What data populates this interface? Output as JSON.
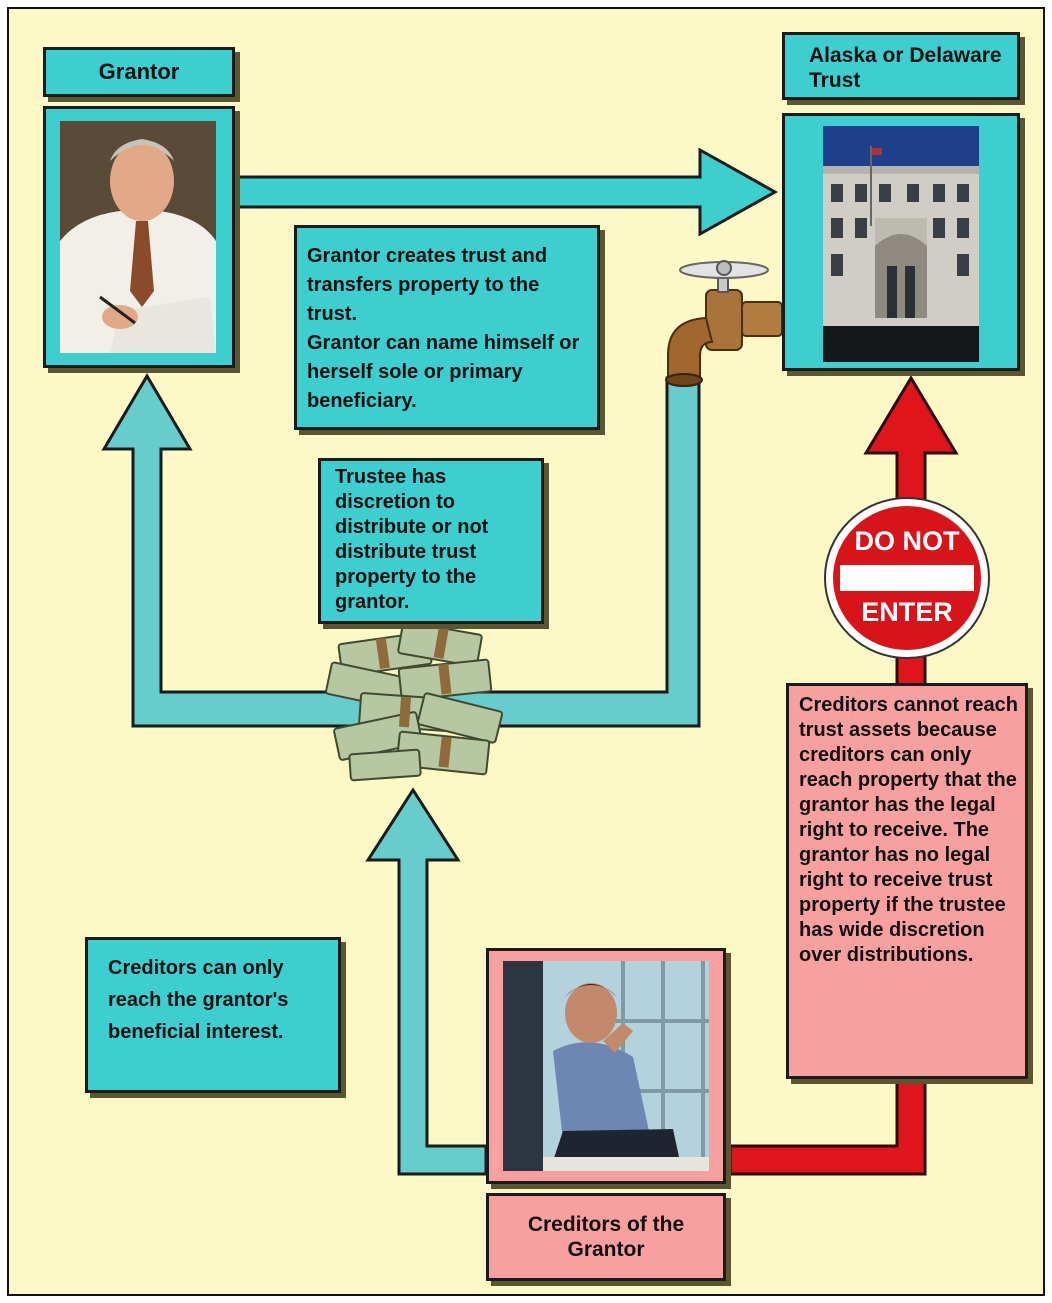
{
  "labels": {
    "grantor": "Grantor",
    "trust": "Alaska or Delaware Trust",
    "creditors_of_grantor": "Creditors of the Grantor"
  },
  "notes": {
    "grantor_creates": "Grantor creates trust and transfers property to the trust.\nGrantor can name himself or herself sole or primary beneficiary.",
    "trustee_discretion": "Trustee has discretion to distribute or not distribute trust property to the grantor.",
    "creditors_can": "Creditors can only reach the grantor's beneficial interest.",
    "creditors_cannot": "Creditors cannot reach trust assets because creditors can only reach property that the grantor has the legal right to receive. The grantor has no legal right to receive trust property if the trustee has wide discretion over distributions."
  },
  "sign": {
    "line1": "DO NOT",
    "line2": "ENTER"
  },
  "colors": {
    "background": "#fdf9c6",
    "teal": "#3dcfcf",
    "arrow_teal": "#66cccc",
    "pink": "#f8a0a0",
    "red": "#e0151b"
  },
  "icons": {
    "grantor_photo": "man-signing-document-photo",
    "trust_photo": "courthouse-building-photo",
    "faucet": "water-faucet-icon",
    "money": "money-stack-icon",
    "creditor_photo": "stressed-man-on-phone-photo",
    "stop_sign": "do-not-enter-sign-icon"
  }
}
